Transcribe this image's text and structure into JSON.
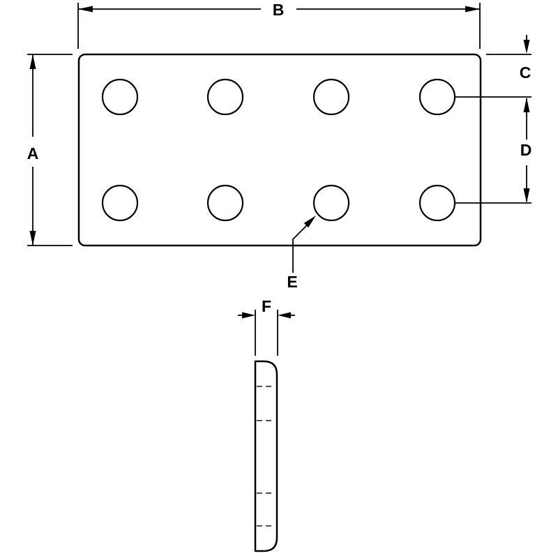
{
  "drawing": {
    "labels": {
      "A": "A",
      "B": "B",
      "C": "C",
      "D": "D",
      "E": "E",
      "F": "F"
    },
    "hole_count": 8,
    "hole_rows": 2,
    "hole_columns": 4
  },
  "colors": {
    "line": "#000000",
    "hidden_line": "#3a3a3a",
    "background": "#ffffff"
  }
}
